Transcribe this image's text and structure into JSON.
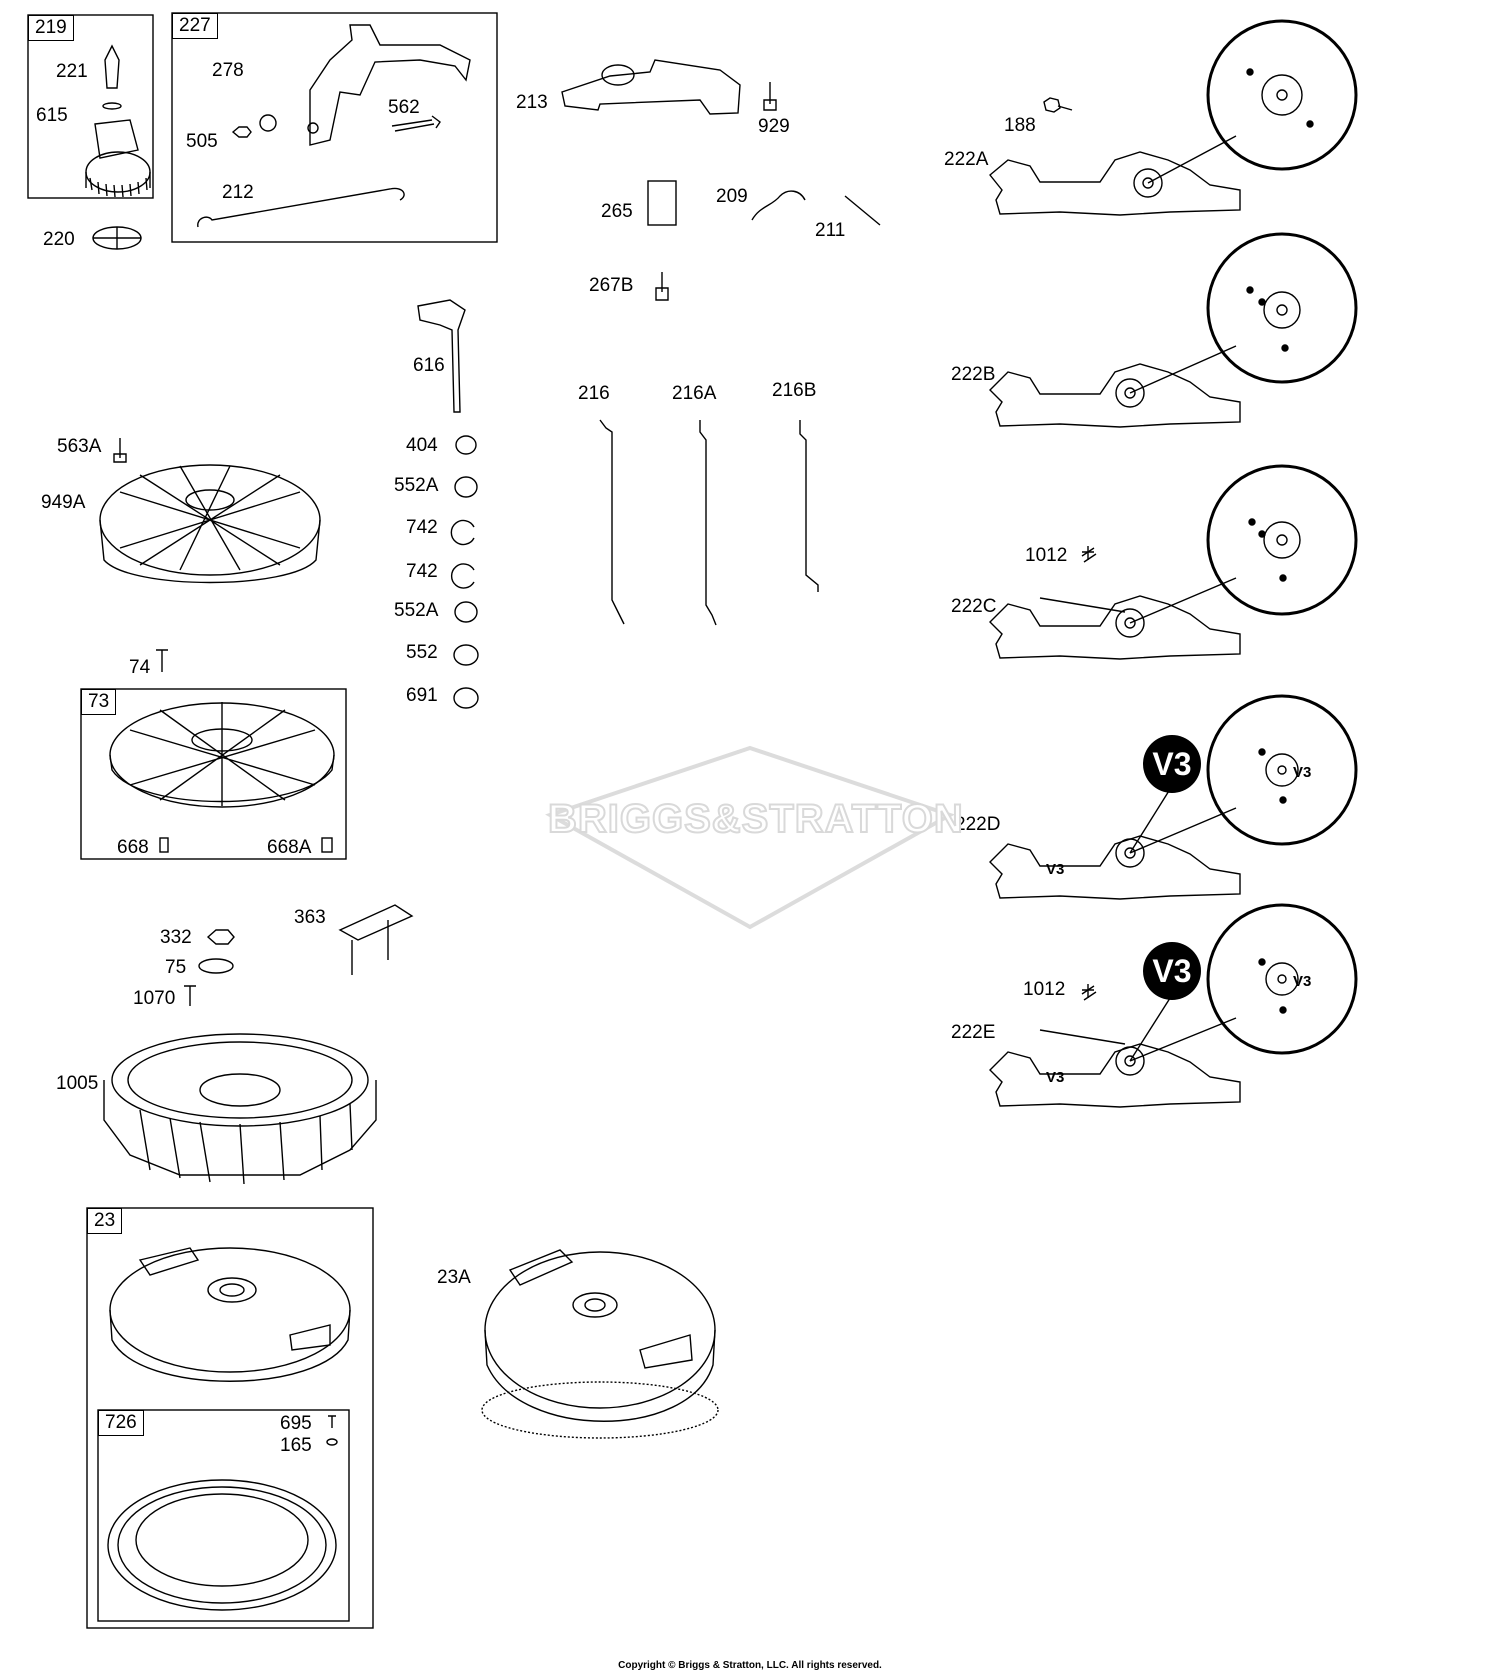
{
  "boxes": {
    "b219": "219",
    "b227": "227",
    "b73": "73",
    "b23": "23",
    "b726": "726"
  },
  "callouts": {
    "p221": "221",
    "p615": "615",
    "p220": "220",
    "p278": "278",
    "p562": "562",
    "p505": "505",
    "p212": "212",
    "p213": "213",
    "p929": "929",
    "p265": "265",
    "p209": "209",
    "p211": "211",
    "p267B": "267B",
    "p188": "188",
    "p222A": "222A",
    "p222B": "222B",
    "p222C": "222C",
    "p222D": "222D",
    "p222E": "222E",
    "p1012a": "1012",
    "p1012b": "1012",
    "p616": "616",
    "p404": "404",
    "p552A1": "552A",
    "p742a": "742",
    "p742b": "742",
    "p552A2": "552A",
    "p552": "552",
    "p691": "691",
    "p216": "216",
    "p216A": "216A",
    "p216B": "216B",
    "p563A": "563A",
    "p949A": "949A",
    "p74": "74",
    "p668": "668",
    "p668A": "668A",
    "p332": "332",
    "p75": "75",
    "p1070": "1070",
    "p363": "363",
    "p1005": "1005",
    "p23A": "23A",
    "p695": "695",
    "p165": "165"
  },
  "badges": {
    "v3_big_d": "V3",
    "v3_big_e": "V3",
    "v3_detail_d": "V3",
    "v3_detail_e": "V3",
    "v3_plate_d": "V3",
    "v3_plate_e": "V3"
  },
  "watermark": "BRIGGS&STRATTON",
  "copyright": "Copyright © Briggs & Stratton, LLC. All rights reserved."
}
